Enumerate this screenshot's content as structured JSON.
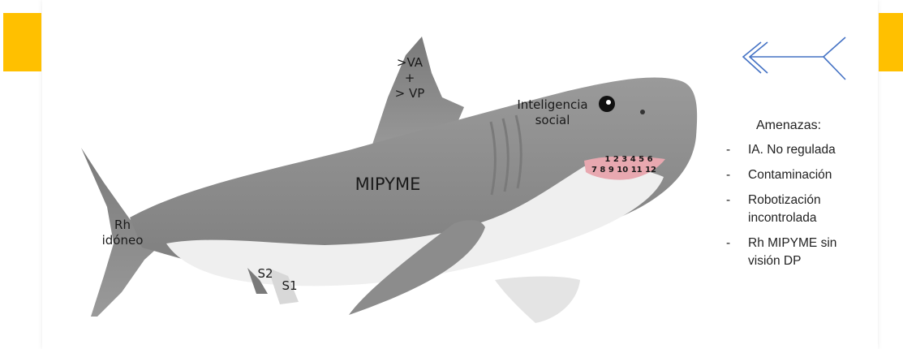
{
  "shark_labels": {
    "fin_line1": ">VA",
    "fin_line2": "+",
    "fin_line3": "> VP",
    "eye_line1": "Inteligencia",
    "eye_line2": "social",
    "body": "MIPYME",
    "tail_line1": "Rh",
    "tail_line2": "idóneo",
    "fin_s2": "S2",
    "fin_s1": "S1",
    "teeth_top": "1 2 3 4 5 6",
    "teeth_bottom": "7 8 9 10 11 12"
  },
  "threats": {
    "title": "Amenazas:",
    "items": [
      {
        "dash": "-",
        "lines": [
          "IA. No regulada"
        ]
      },
      {
        "dash": "-",
        "lines": [
          "Contaminación"
        ]
      },
      {
        "dash": "-",
        "lines": [
          "Robotización",
          "incontrolada"
        ]
      },
      {
        "dash": "-",
        "lines": [
          "Rh MIPYME sin",
          "visión DP"
        ]
      }
    ]
  },
  "colors": {
    "accent": "#FFC000",
    "arrow": "#4472C4",
    "shark_gray": "#8a8a8a",
    "shark_belly": "#f0f0f0"
  },
  "icons": {
    "arrow": "arrow-icon"
  }
}
